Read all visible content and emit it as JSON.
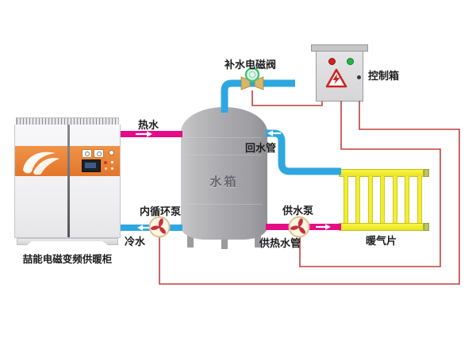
{
  "diagram": {
    "type": "heating-system-schematic",
    "labels": {
      "cabinet": "喆能电磁变频供暖柜",
      "hot_water": "热水",
      "cold_water": "冷水",
      "circulation_pump": "内循环泵",
      "tank": "水箱",
      "fill_valve": "补水电磁阀",
      "control_box": "控制箱",
      "return_pipe": "回水管",
      "supply_pump": "供水泵",
      "supply_pipe": "供热水管",
      "radiator": "暖气片"
    },
    "colors": {
      "hot_pipe_pink": "#e50b86",
      "cold_pipe_blue": "#2ea7e0",
      "radiator_yellow": "#f4f03c",
      "control_wire_red": "#c0403f",
      "cabinet_band_orange": "#e8812f",
      "tank_gray": "#aeaeb2",
      "valve_green": "#43c277",
      "pump_blade_red": "#c5303c",
      "indicator_red": "#d42020",
      "indicator_green": "#25b544"
    }
  }
}
